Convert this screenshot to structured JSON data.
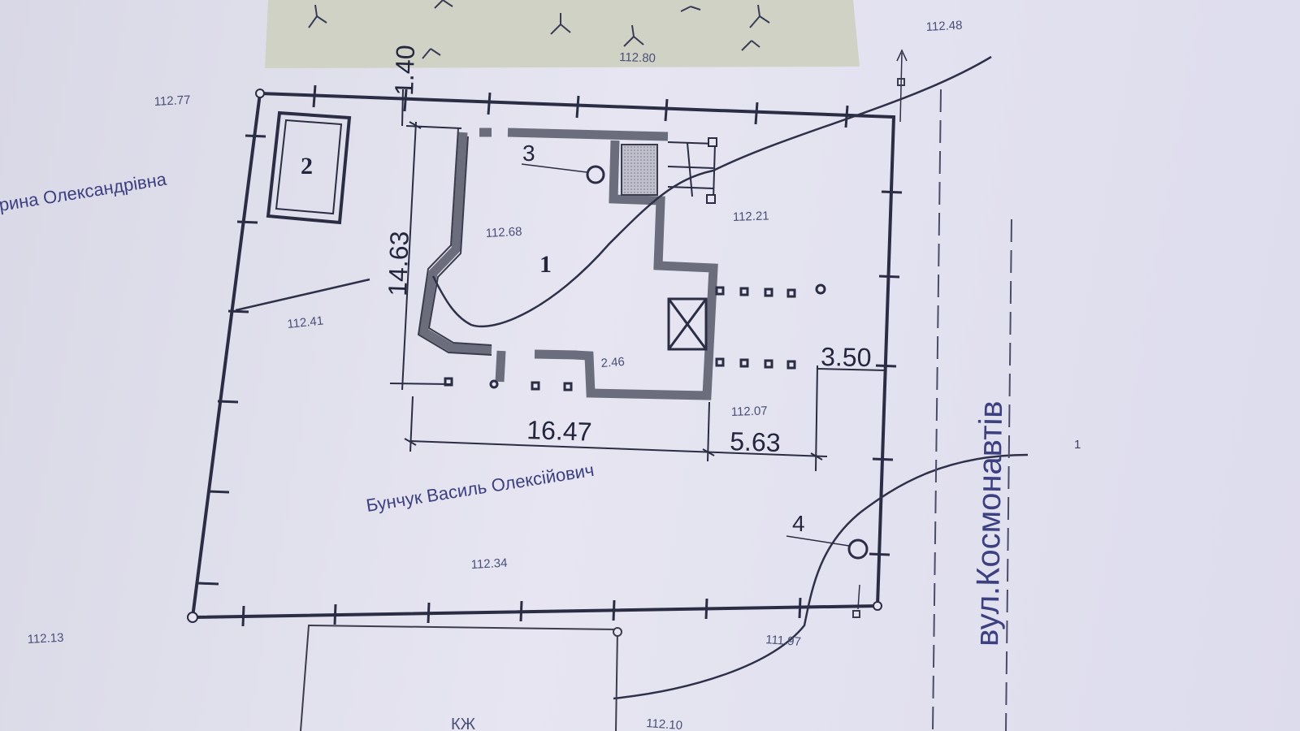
{
  "plan": {
    "dimensions": {
      "d_1_40": "1.40",
      "d_14_63": "14.63",
      "d_16_47": "16.47",
      "d_5_63": "5.63",
      "d_3_50": "3.50"
    },
    "elevations": {
      "e_112_48": "112.48",
      "e_112_80": "112.80",
      "e_112_77": "112.77",
      "e_112_68": "112.68",
      "e_112_21": "112.21",
      "e_112_41": "112.41",
      "e_112_07": "112.07",
      "e_112_34": "112.34",
      "e_112_13": "112.13",
      "e_111_97": "111.97",
      "e_112_10": "112.10",
      "e_2_46": "2.46"
    },
    "labels": {
      "building_1": "1",
      "building_2": "2",
      "point_3": "3",
      "point_4": "4",
      "margin_1": "1",
      "kzh": "КЖ"
    },
    "owners": {
      "neighbor": "рина Олександрівна",
      "main": "Бунчук Василь Олексійович"
    },
    "street": "вул.Космонавтів"
  },
  "colors": {
    "ink": "#2b2d44",
    "wall": "#6b6c7c",
    "text": "#3d4080",
    "vegetation": "#cfd2c4"
  }
}
